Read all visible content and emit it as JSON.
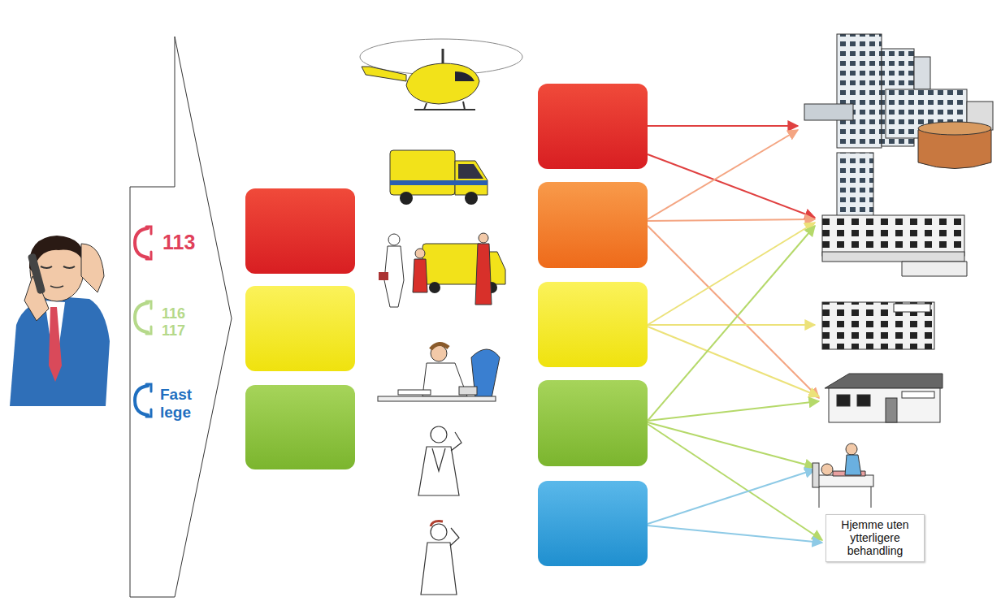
{
  "diagram": {
    "nodes": [
      {
        "text": [
          "113",
          "116 117",
          "Fast lege"
        ]
      },
      {
        "text": [
          "Hjemme uten ytterligere behandling"
        ]
      }
    ]
  }
}
